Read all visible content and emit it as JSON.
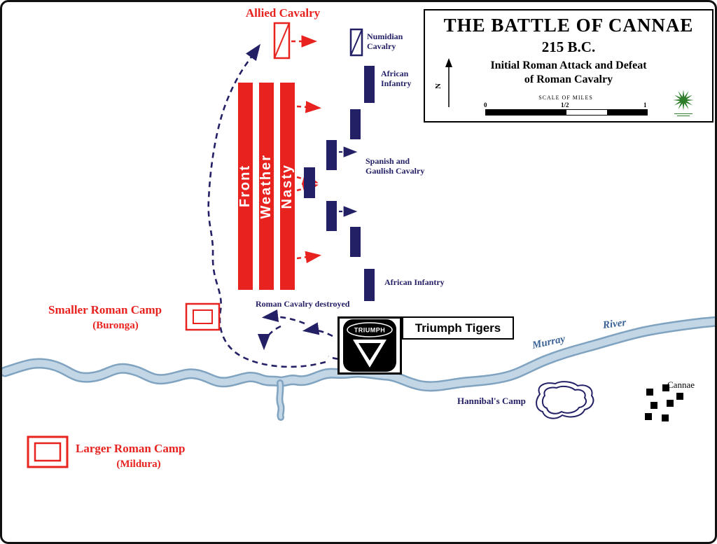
{
  "colors": {
    "red": "#e8231f",
    "navy": "#232066",
    "river_fill": "#c3d6e6",
    "river_stroke": "#7fa3c0",
    "green": "#2e7d2a"
  },
  "title_box": {
    "title": "THE BATTLE OF CANNAE",
    "date": "215 B.C.",
    "subtitle_line1": "Initial Roman Attack and Defeat",
    "subtitle_line2": "of Roman Cavalry",
    "scale_label": "SCALE OF MILES",
    "scale_tick_0": "0",
    "scale_tick_half": "1/2",
    "scale_tick_1": "1",
    "north_label": "N"
  },
  "units": {
    "allied_cavalry": "Allied Cavalry",
    "numidian_cavalry_line1": "Numidian",
    "numidian_cavalry_line2": "Cavalry",
    "african_infantry_top_line1": "African",
    "african_infantry_top_line2": "Infantry",
    "spanish_gaulish_line1": "Spanish and",
    "spanish_gaulish_line2": "Gaulish Cavalry",
    "african_infantry_bottom": "African Infantry",
    "roman_cavalry_destroyed": "Roman Cavalry destroyed"
  },
  "weather_front": {
    "bar_left": "Front",
    "bar_middle": "Weather",
    "bar_right": "Nasty"
  },
  "triumph": {
    "label": "Triumph Tigers",
    "badge_text": "TRIUMPH"
  },
  "camps": {
    "smaller_label": "Smaller Roman Camp",
    "smaller_sub": "(Buronga)",
    "larger_label": "Larger Roman Camp",
    "larger_sub": "(Mildura)",
    "hannibal_label": "Hannibal's Camp"
  },
  "places": {
    "cannae": "Cannae",
    "river_word1": "Murray",
    "river_word2": "River"
  }
}
